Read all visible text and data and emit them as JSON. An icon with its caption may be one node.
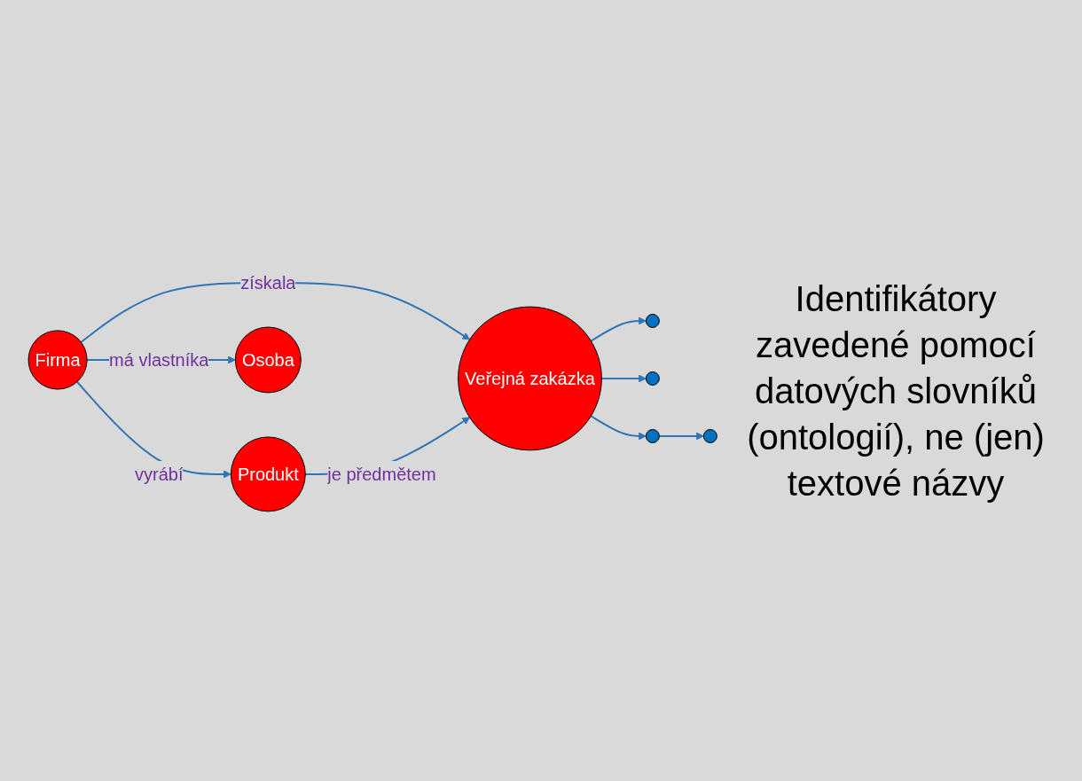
{
  "diagram": {
    "nodes": [
      {
        "text": [],
        "shape": "circle"
      },
      {
        "text": [],
        "shape": "circle"
      },
      {
        "text": [],
        "shape": "circle"
      },
      {
        "text": [
          "Veřejná zakázka"
        ]
      },
      {
        "text": [],
        "shape": "circle"
      },
      {
        "text": [
          "Firma"
        ]
      },
      {
        "text": [
          "Produkt"
        ]
      },
      {
        "text": [
          "Osoba"
        ]
      }
    ],
    "edges": [
      {
        "from": 3,
        "to": 0,
        "arrow": "to"
      },
      {
        "from": 3,
        "to": 1,
        "arrow": "to"
      },
      {
        "from": 3,
        "to": 4,
        "arrow": "to"
      },
      {
        "from": 4,
        "to": 2,
        "arrow": "to"
      },
      {
        "from": 5,
        "to": 3,
        "label": "získala",
        "arrow": "to"
      },
      {
        "from": 6,
        "to": 3,
        "label": "je předmětem",
        "arrow": "to"
      },
      {
        "from": 5,
        "to": 6,
        "label": "vyrábí",
        "arrow": "to"
      },
      {
        "from": 5,
        "to": 7,
        "label": "má vlastníka",
        "arrow": "to"
      }
    ],
    "labels": [
      "Identifikátory zavedené pomocí datových slovníků (ontologií), ne (jen) textové názvy"
    ]
  }
}
